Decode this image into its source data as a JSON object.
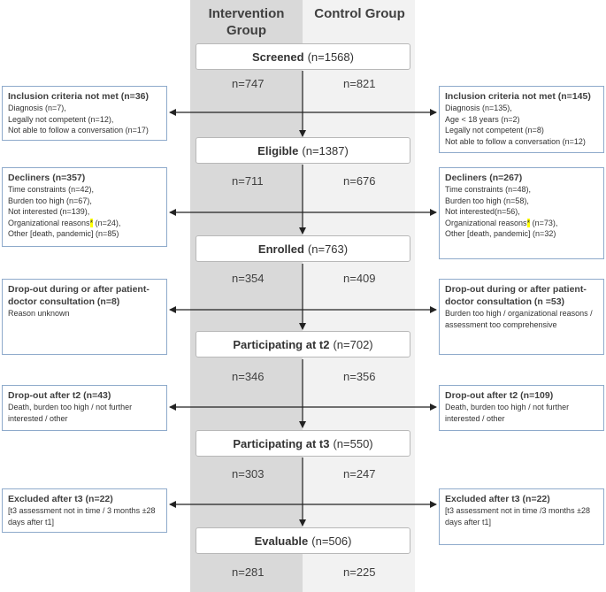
{
  "columns": {
    "intervention": "Intervention Group",
    "control": "Control Group"
  },
  "stages": [
    {
      "label": "Screened",
      "count": "(n=1568)",
      "int": "n=747",
      "ctl": "n=821"
    },
    {
      "label": "Eligible",
      "count": "(n=1387)",
      "int": "n=711",
      "ctl": "n=676"
    },
    {
      "label": "Enrolled",
      "count": "(n=763)",
      "int": "n=354",
      "ctl": "n=409"
    },
    {
      "label": "Participating at t2",
      "count": "(n=702)",
      "int": "n=346",
      "ctl": "n=356"
    },
    {
      "label": "Participating at t3",
      "count": "(n=550)",
      "int": "n=303",
      "ctl": "n=247"
    },
    {
      "label": "Evaluable",
      "count": "(n=506)",
      "int": "n=281",
      "ctl": "n=225"
    }
  ],
  "left_boxes": [
    {
      "title": "Inclusion criteria not met (n=36)",
      "lines": [
        "Diagnosis (n=7),",
        "Legally not competent (n=12),",
        "Not able to follow a conversation (n=17)"
      ]
    },
    {
      "title": "Decliners (n=357)",
      "lines": [
        "Time constraints (n=42),",
        "Burden too high (n=67),",
        "Not interested (n=139),",
        "Organizational reasons",
        "*",
        " (n=24),",
        "Other [death, pandemic] (n=85)"
      ]
    },
    {
      "title": "Drop-out during or after patient-doctor consultation (n=8)",
      "lines": [
        "Reason unknown"
      ]
    },
    {
      "title": "Drop-out after t2 (n=43)",
      "lines": [
        "Death, burden too high / not further interested / other"
      ]
    },
    {
      "title": "Excluded after t3 (n=22)",
      "lines": [
        "[t3 assessment not in time / 3 months ±28 days after t1]"
      ]
    }
  ],
  "right_boxes": [
    {
      "title": "Inclusion criteria not met (n=145)",
      "lines": [
        "Diagnosis (n=135),",
        "Age < 18 years (n=2)",
        "Legally not competent (n=8)",
        "Not able to follow a conversation (n=12)"
      ]
    },
    {
      "title": "Decliners (n=267)",
      "lines": [
        "Time constraints (n=48),",
        "Burden too high (n=58),",
        "Not interested(n=56),",
        "Organizational reasons",
        "*",
        " (n=73),",
        "Other [death, pandemic] (n=32)"
      ]
    },
    {
      "title": "Drop-out during or after patient-doctor consultation (n =53)",
      "lines": [
        "Burden too high / organizational reasons / assessment too comprehensive"
      ]
    },
    {
      "title": "Drop-out after t2 (n=109)",
      "lines": [
        "Death, burden too high / not further interested / other"
      ]
    },
    {
      "title": "Excluded after t3 (n=22)",
      "lines": [
        "[t3 assessment not in time /3 months ±28 days after t1]"
      ]
    }
  ]
}
